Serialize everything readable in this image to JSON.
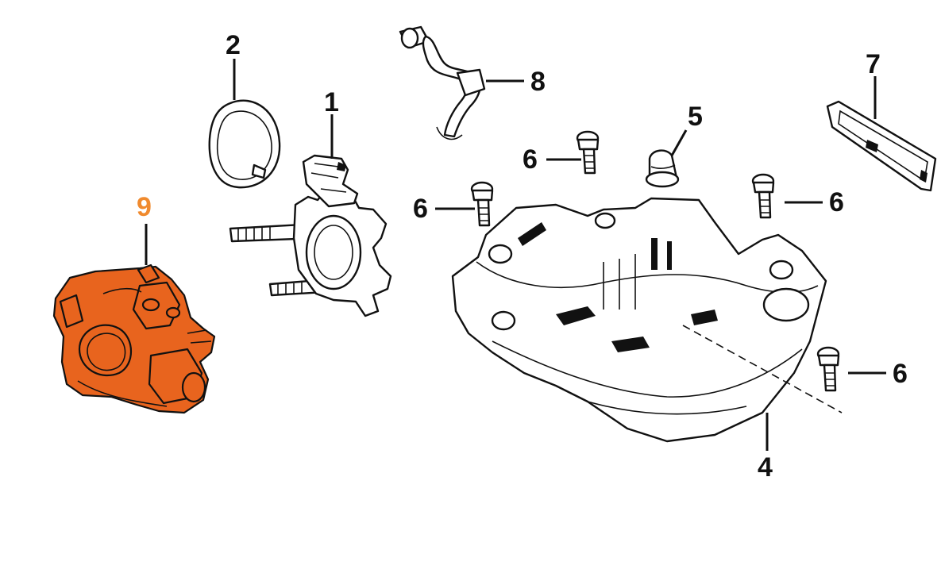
{
  "labels": {
    "l1": "1",
    "l2": "2",
    "l4": "4",
    "l5": "5",
    "l6a": "6",
    "l6b": "6",
    "l6c": "6",
    "l6d": "6",
    "l7": "7",
    "l8": "8",
    "l9": "9"
  },
  "colors": {
    "highlight_label": "#f08a2e",
    "highlight_part": "#e8641e",
    "line": "#111111",
    "background": "#ffffff"
  }
}
